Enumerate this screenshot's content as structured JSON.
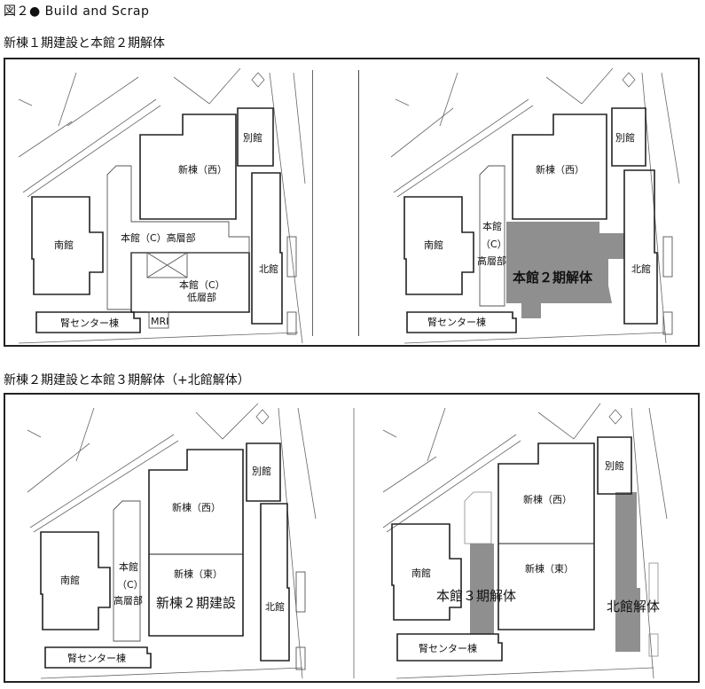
{
  "figure": {
    "number": "図２",
    "bullet": "●",
    "title": "Build and Scrap",
    "full_title": "図２● Build and Scrap"
  },
  "sections": [
    {
      "title": "新棟１期建設と本館２期解体",
      "panels": [
        {
          "id": "before",
          "labels": {
            "south": "南館",
            "main_high": "本館（C）高層部",
            "main_low_1": "本館（C）",
            "main_low_2": "低層部",
            "new_west": "新棟（西）",
            "annex": "別館",
            "north": "北館",
            "kidney": "腎センター棟",
            "mri": "MRI"
          }
        },
        {
          "id": "after",
          "labels": {
            "south": "南館",
            "main_high_1": "本館",
            "main_high_2": "（C）",
            "main_high_3": "高層部",
            "new_west": "新棟（西）",
            "annex": "別館",
            "north": "北館",
            "kidney": "腎センター棟",
            "demolition": "本館２期解体"
          }
        }
      ]
    },
    {
      "title": "新棟２期建設と本館３期解体（+北館解体）",
      "panels": [
        {
          "id": "construction",
          "labels": {
            "south": "南館",
            "main_high_1": "本館",
            "main_high_2": "（C）",
            "main_high_3": "高層部",
            "new_west": "新棟（西）",
            "new_east": "新棟（東）",
            "annex": "別館",
            "north": "北館",
            "kidney": "腎センター棟",
            "construction": "新棟２期建設"
          }
        },
        {
          "id": "demolition",
          "labels": {
            "south": "南館",
            "new_west": "新棟（西）",
            "new_east": "新棟（東）",
            "annex": "別館",
            "kidney": "腎センター棟",
            "main_demolition": "本館３期解体",
            "north_demolition": "北館解体"
          }
        }
      ]
    }
  ],
  "colors": {
    "demolition_fill": "#8f8f8f",
    "line": "#222222",
    "thin_line": "#777777"
  }
}
